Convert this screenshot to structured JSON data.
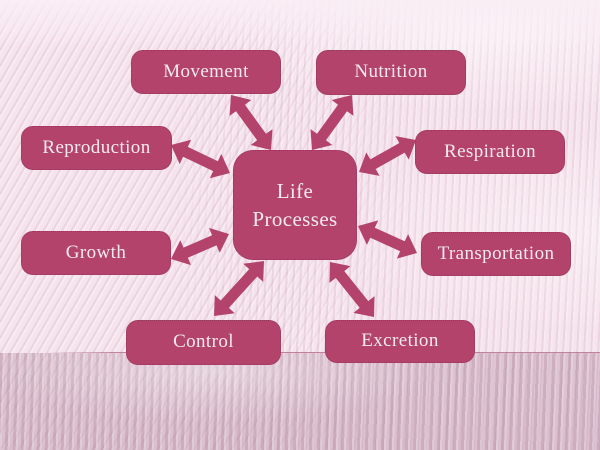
{
  "slide": {
    "center_label": "Life Processes",
    "nodes": [
      {
        "id": "movement",
        "label": "Movement"
      },
      {
        "id": "nutrition",
        "label": "Nutrition"
      },
      {
        "id": "reproduction",
        "label": "Reproduction"
      },
      {
        "id": "respiration",
        "label": "Respiration"
      },
      {
        "id": "growth",
        "label": "Growth"
      },
      {
        "id": "transportation",
        "label": "Transportation"
      },
      {
        "id": "control",
        "label": "Control"
      },
      {
        "id": "excretion",
        "label": "Excretion"
      }
    ],
    "colors": {
      "node_fill": "#b3436b",
      "node_text": "#f3eaef",
      "arrow": "#b3436b",
      "background": "#f6e4ed",
      "divider_line": "#b06383"
    }
  }
}
